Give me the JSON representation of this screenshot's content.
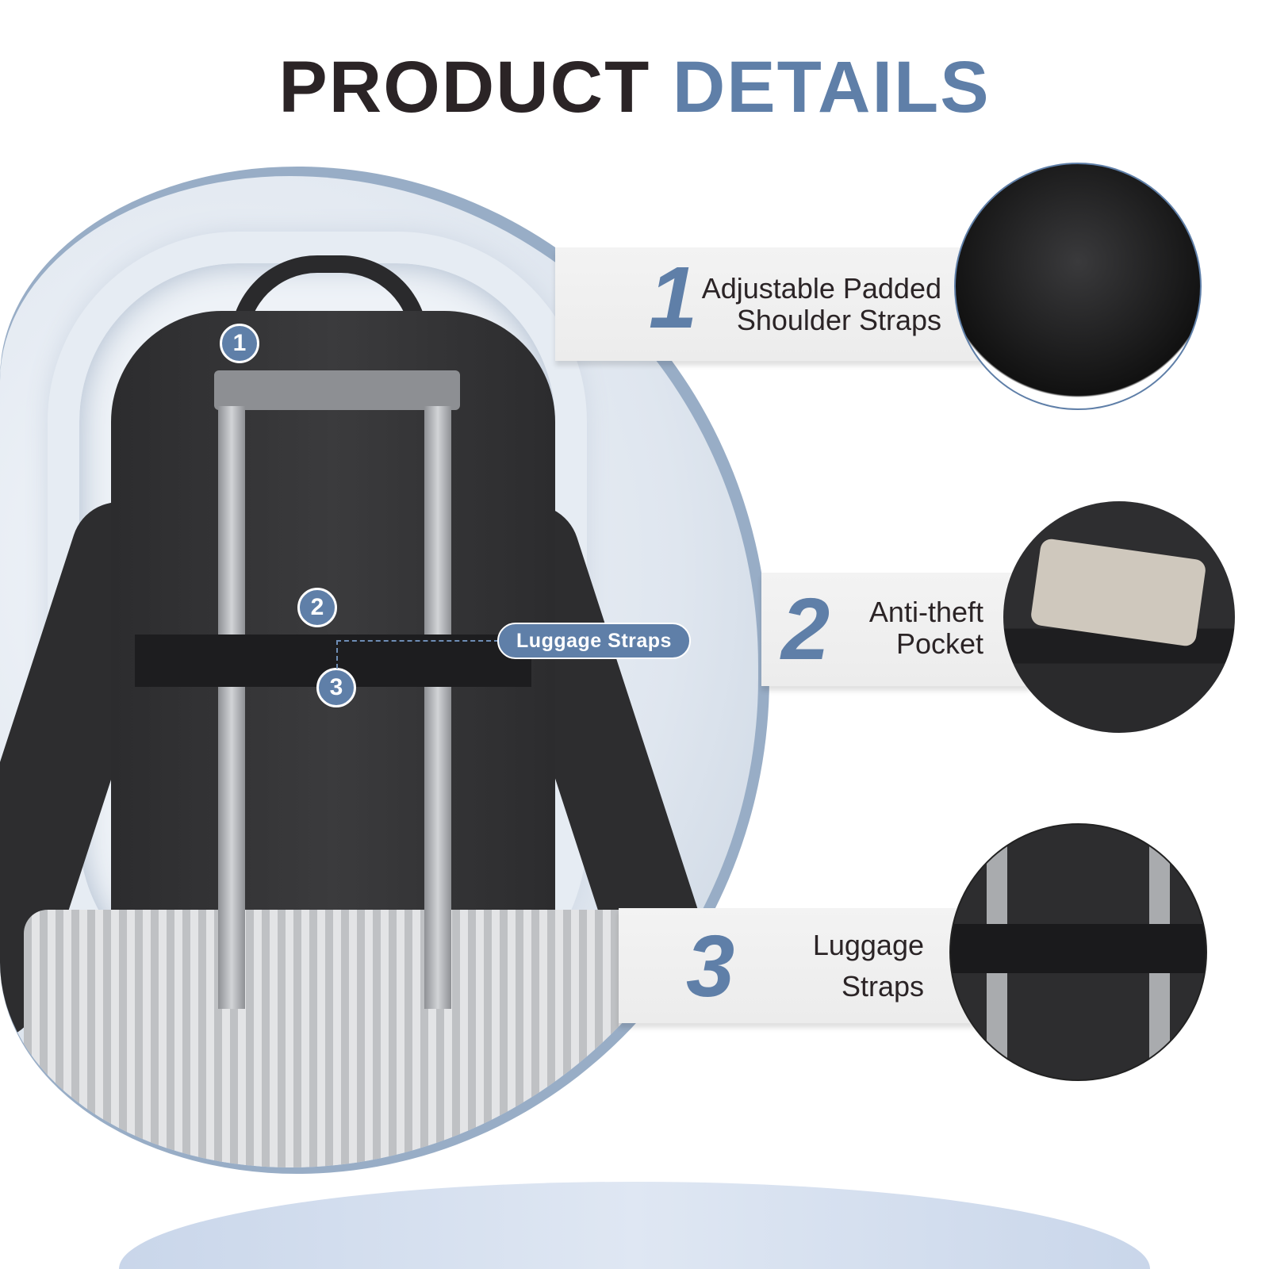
{
  "title": {
    "part1": "PRODUCT",
    "part2": "DETAILS"
  },
  "markers": [
    "1",
    "2",
    "3"
  ],
  "callout": "Luggage Straps",
  "features": [
    {
      "number": "1",
      "line1": "Adjustable Padded",
      "line2": "Shoulder Straps"
    },
    {
      "number": "2",
      "line1": "Anti-theft",
      "line2": "Pocket"
    },
    {
      "number": "3",
      "line1": "Luggage",
      "line2": "Straps"
    }
  ],
  "colors": {
    "accent": "#5f7fa8",
    "text": "#2b2426"
  }
}
